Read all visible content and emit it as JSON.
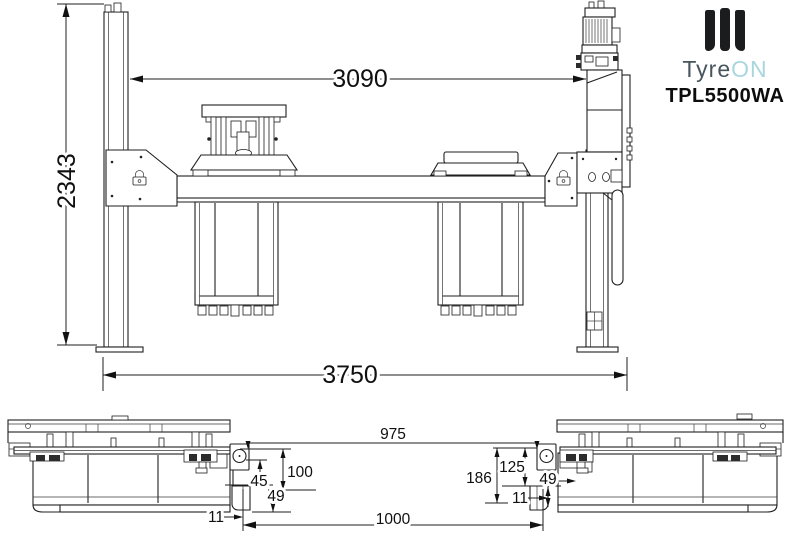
{
  "brand": {
    "name_primary": "Tyre",
    "name_secondary": "ON",
    "model": "TPL5500WA",
    "colors": {
      "bars": "#1b1c1e",
      "primary": "#47565e",
      "secondary": "#a9d6de",
      "model": "#0d0d0d"
    }
  },
  "drawing": {
    "stroke_color": "#1f1f1f",
    "background": "#ffffff",
    "side_view": {
      "dims": {
        "inner_width": "3090",
        "overall_height": "2343",
        "overall_length": "3750"
      }
    },
    "platform_view": {
      "dims": {
        "runway_gap": "975",
        "track_width": "1000",
        "left_100": "100",
        "left_45": "45",
        "left_49": "49",
        "left_11": "11",
        "right_186": "186",
        "right_125": "125",
        "right_49": "49",
        "right_11": "11"
      }
    }
  }
}
